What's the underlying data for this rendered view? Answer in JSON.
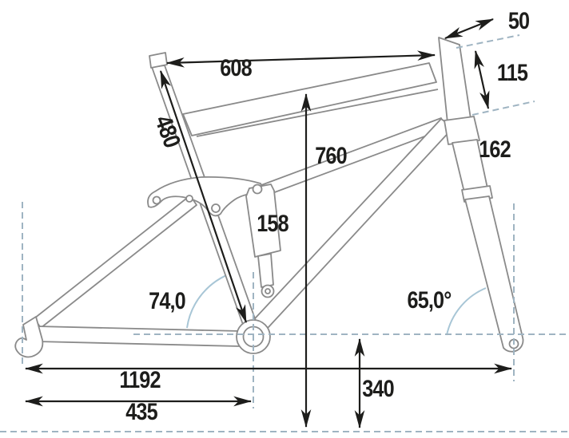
{
  "diagram": {
    "kind": "full-suspension bicycle frame geometry drawing",
    "colors": {
      "background": "#ffffff",
      "frame_outline": "#8a8a8a",
      "dimension_ink": "#1d1d1b",
      "guide_dashed": "#9fb4c2",
      "angle_arc": "#a8c6d6"
    }
  },
  "labels": {
    "top_tube": "608",
    "stem": "50",
    "head_tube": "115",
    "fork": "162",
    "seat_tube": "480",
    "height": "760",
    "shock": "158",
    "seat_angle": "74,0",
    "head_angle": "65,0°",
    "wheelbase": "1192",
    "chainstay": "435",
    "bb_height": "340"
  }
}
